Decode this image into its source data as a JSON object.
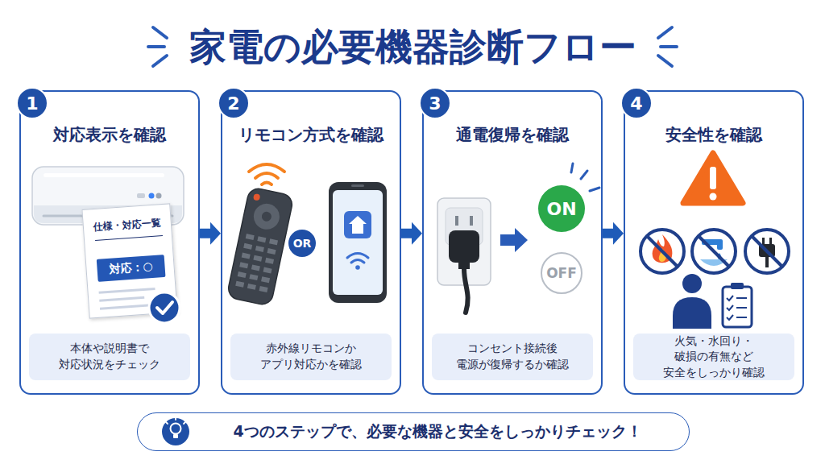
{
  "diagram": {
    "title": "家電の必要機器診断フロー",
    "nodes": [
      {
        "text": [
          "対応表示を確認"
        ]
      },
      {
        "text": [
          "1"
        ],
        "in": 0
      },
      {
        "text": [
          "仕様・対応一覧"
        ],
        "in": 0
      },
      {
        "text": [
          "対応：○"
        ],
        "in": 2
      },
      {
        "text": [
          "本体や説明書で 対応状況をチェック"
        ],
        "in": 0
      },
      {
        "text": [
          "リモコン方式を確認"
        ]
      },
      {
        "text": [
          "2"
        ],
        "in": 5
      },
      {
        "text": [
          "OR"
        ],
        "in": 5
      },
      {
        "text": [
          "赤外線リモコンか アプリ対応かを確認"
        ],
        "in": 5
      },
      {
        "text": [
          "通電復帰を確認"
        ]
      },
      {
        "text": [
          "3"
        ],
        "in": 9
      },
      {
        "text": [
          "ON"
        ],
        "in": 9
      },
      {
        "text": [
          "OFF"
        ],
        "in": 9
      },
      {
        "text": [
          "コンセント接続後 電源が復帰するか確認"
        ],
        "in": 9
      },
      {
        "text": [
          "安全性を確認"
        ]
      },
      {
        "text": [
          "4"
        ],
        "in": 14
      },
      {
        "text": [
          "火気・水回り・破損の有無など 安全をしっかり確認"
        ],
        "in": 14
      },
      {
        "text": [
          "4つのステップで、必要な機器と安全をしっかりチェック！"
        ]
      }
    ],
    "edges": [
      {
        "from": 0,
        "to": 5,
        "arrow": "to"
      },
      {
        "from": 5,
        "to": 9,
        "arrow": "to"
      },
      {
        "from": 9,
        "to": 14,
        "arrow": "to"
      }
    ]
  }
}
